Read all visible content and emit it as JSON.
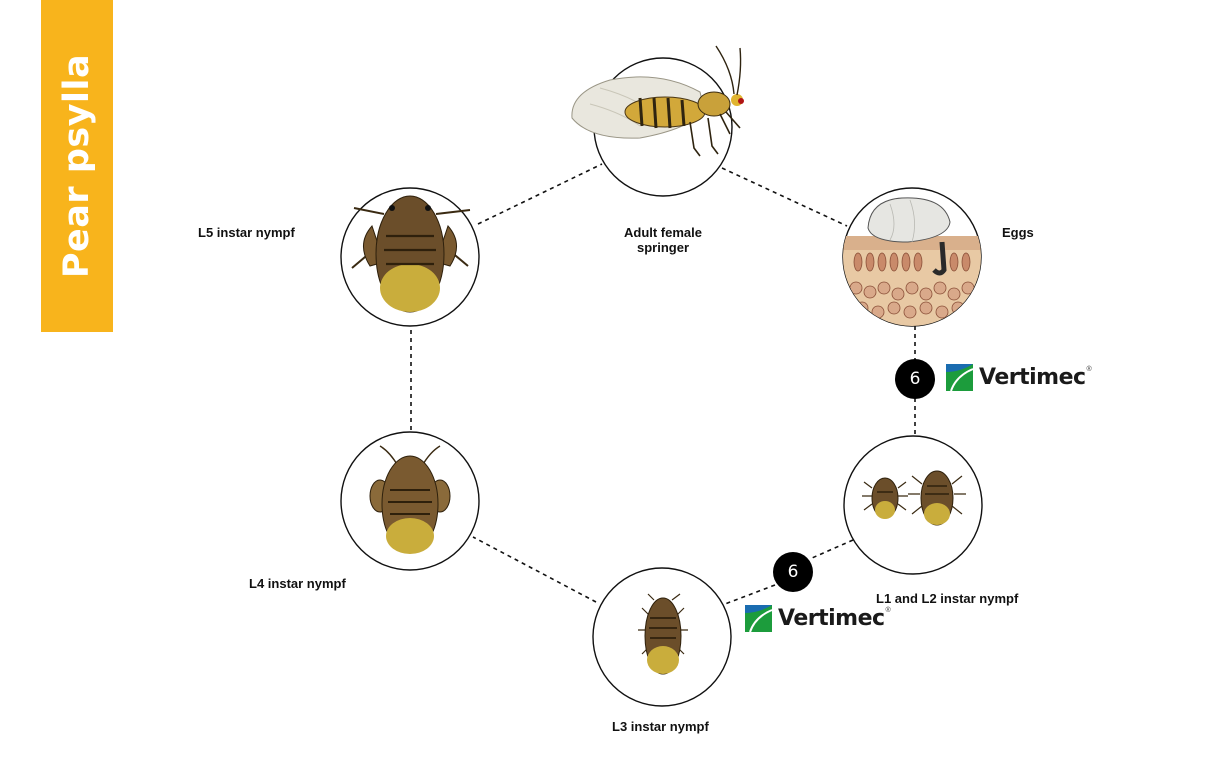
{
  "title": "Pear psylla",
  "stages": {
    "adult": "Adult female springer",
    "eggs": "Eggs",
    "l1l2": "L1 and L2 instar nympf",
    "l3": "L3 instar nympf",
    "l4": "L4 instar nympf",
    "l5": "L5 instar nympf"
  },
  "treatments": [
    {
      "number": "6",
      "brand": "Vertimec",
      "mark": "®"
    },
    {
      "number": "6",
      "brand": "Vertimec",
      "mark": "®"
    }
  ],
  "colors": {
    "accent": "#f8b41c",
    "badge": "#000000",
    "brand_green": "#1c9c3c",
    "brand_blue": "#1a6cb0",
    "nymph_brown": "#6b4e2a",
    "nymph_abdomen": "#c9ad3c"
  },
  "icons": [
    "adult-psylla-icon",
    "egg-icon",
    "nymph-icon",
    "vertimec-logo-icon"
  ]
}
